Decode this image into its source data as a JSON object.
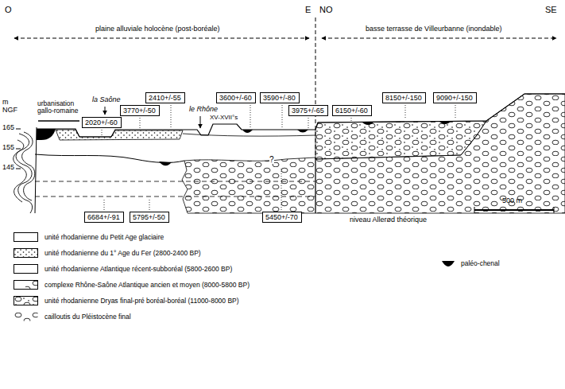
{
  "diagram": {
    "nodes": [
      {
        "text": [
          "2410+/-55"
        ]
      },
      {
        "text": [
          "3600+/-60"
        ]
      },
      {
        "text": [
          "3590+/-80"
        ]
      },
      {
        "text": [
          "8150+/-150"
        ]
      },
      {
        "text": [
          "9090+/-150"
        ]
      },
      {
        "text": [
          "3770+/-50"
        ]
      },
      {
        "text": [
          "3975+/-65"
        ]
      },
      {
        "text": [
          "6150+/-60"
        ]
      },
      {
        "text": [
          "2020+/-60"
        ]
      },
      {
        "text": [
          "6684+/-91"
        ]
      },
      {
        "text": [
          "5795+/-50"
        ]
      },
      {
        "text": [
          "5450+/-70"
        ]
      }
    ],
    "labels": [
      "O",
      "E",
      "NO",
      "SE",
      "plaine alluviale holocène (post-boréale)",
      "basse terrasse de Villeurbanne (inondable)",
      "m NGF",
      "165",
      "155",
      "145",
      "urbanisation gallo-romaine",
      "la Saône",
      "le Rhône",
      "XV-XVII°s",
      "?",
      "niveau Allerød théorique",
      "500 m"
    ],
    "legend": [
      {
        "text": "unité rhodanienne du Petit Age glaciaire",
        "color": "#ffffff"
      },
      {
        "text": "unité rhodanienne du 1° Age du Fer (2800-2400 BP)"
      },
      {
        "text": "unité rhodanienne Atlantique récent-subboréal (5800-2600 BP)",
        "color": "#ffffff"
      },
      {
        "text": "complexe Rhône-Saône Atlantique ancien et moyen (8000-5800 BP)"
      },
      {
        "text": "unité rhodanienne Dryas final-pré boréal-boréal (11000-8000 BP)"
      },
      {
        "text": "cailloutis du Pléistocène final"
      },
      {
        "text": "paléo-chenal"
      }
    ]
  }
}
